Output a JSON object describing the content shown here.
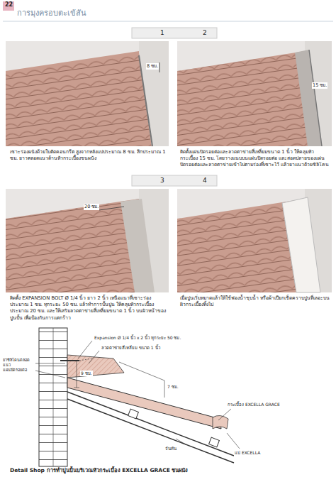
{
  "diagram": {
    "title": "การมุงครอบตะเข้สัน",
    "caption": "Detail Shop การทำปูนปั้นบริเวณหัวกระเบื้อง EXCELLA GRACE ชนผนัง",
    "labels": [
      "22",
      "1",
      "2",
      "8 ซม.",
      "15 ซม.",
      "เซาะร่องผนังด้วยใบตัดคอนกรีต สูงจากหลังแปประมาณ 8 ซม. ลึกประมาณ 1 ซม. ยาวตลอดแนวด้านหัวกระเบื้องชนผนัง",
      "ติดตั้งแผ่นปิดรอยต่อและลวดตาข่ายสี่เหลี่ยมขนาด 1 นิ้ว ให้คลุมหัวกระเบื้อง 15 ซม. โดยวางแนบบนแผ่นปิดรอยต่อ และสอดปลายของแผ่นปิดรอยต่อและลวดตาข่ายเข้าไปตามร่องที่เซาะไว้ แล้วยาแนวด้วยซิลิโคน",
      "3",
      "4",
      "20 ซม.",
      "ติดตั้ง EXPANSION BOLT Ø 1/4 นิ้ว ยาว 2 นิ้ว เหนือแนวที่เซาะร่องประมาณ 1 ซม. ทุกระยะ 50 ซม. แล้วทำการปั้นปูน ให้คลุมหัวกระเบื้องประมาณ 20 ซม. และให้เสริมลวดตาข่ายสี่เหลี่ยมขนาด 1 นิ้ว บนผิวหน้าของปูนปั้น เพื่อป้องกันการแตกร้าว",
      "เมื่อปูนเริ่มหมาดแล้วให้ใช้ฟองน้ำชุบน้ำ หรือผ้าเปียกเช็ดคราบปูนที่เลอะบนผิวกระเบื้องทิ้งไป",
      "Expansion Ø 1/4 นิ้ว x 2 นิ้ว ทุกระยะ 50 ซม.",
      "ลวดตาข่ายสี่เหลี่ยม ขนาด 1 นิ้ว",
      "ยาซิลิโคนตลอดแนว",
      "แผ่นปิดรอยต่อ",
      "9 ซม.",
      "7 ซม.",
      "กระเบื้อง EXCELLA GRACE",
      "จันทัน",
      "แป EXCELLA"
    ]
  }
}
